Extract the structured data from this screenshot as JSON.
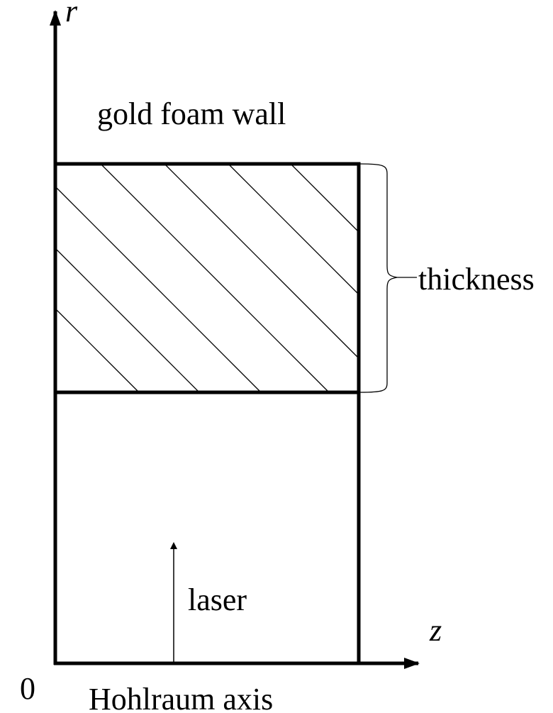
{
  "diagram": {
    "axis_r_label": "r",
    "axis_z_label": "z",
    "origin_label": "0",
    "wall_label": "gold foam wall",
    "thickness_label": "thickness",
    "laser_label": "laser",
    "axis_caption": "Hohlraum axis"
  }
}
